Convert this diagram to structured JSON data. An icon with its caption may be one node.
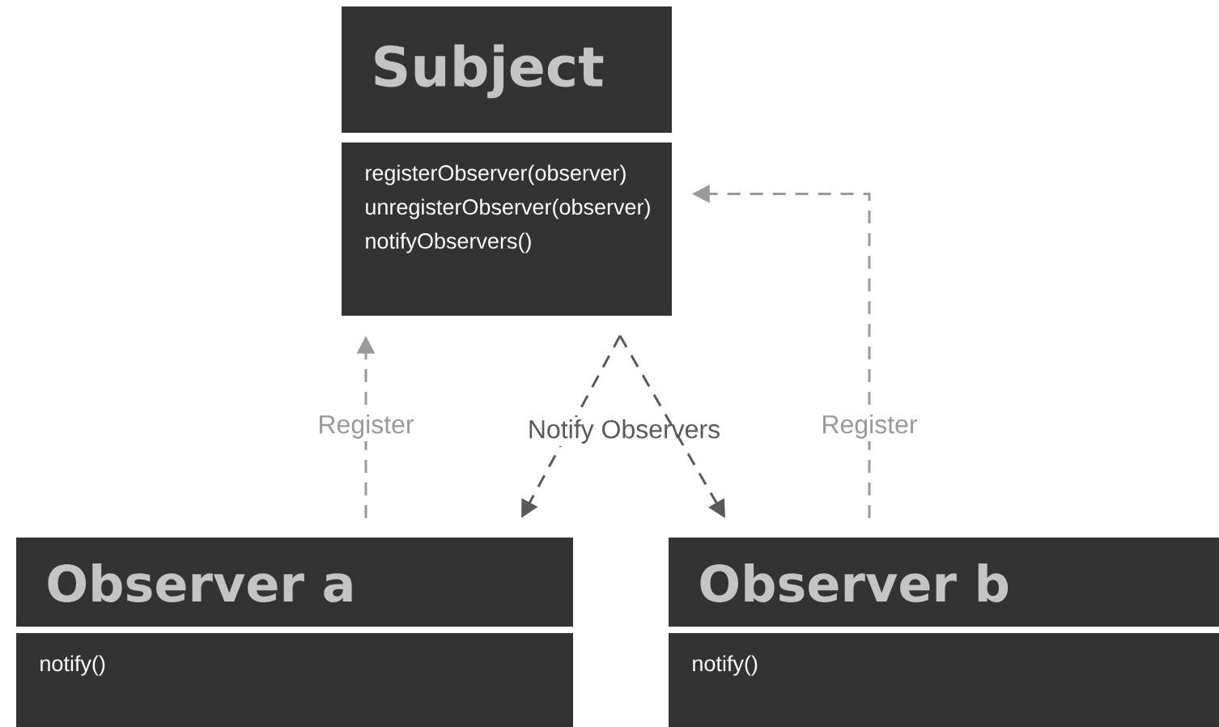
{
  "diagram": {
    "nodes": [
      {
        "text": [
          "Subject",
          "registerObserver(observer)",
          "unregisterObserver(observer)",
          "notifyObservers()"
        ]
      },
      {
        "text": [
          "Observer a",
          "notify()"
        ]
      },
      {
        "text": [
          "Observer b",
          "notify()"
        ]
      }
    ],
    "edges": [
      {
        "from": 1,
        "to": 0,
        "arrow": "to",
        "label": "Register",
        "style": "dashed",
        "color": "#9a9a9a"
      },
      {
        "from": 0,
        "to": 1,
        "arrow": "to",
        "label": "Notify Observers",
        "style": "dashed"
      },
      {
        "from": 0,
        "to": 2,
        "arrow": "to",
        "style": "dashed"
      },
      {
        "from": 2,
        "to": 0,
        "arrow": "to",
        "label": "Register",
        "style": "dashed",
        "color": "#9a9a9a"
      }
    ]
  }
}
